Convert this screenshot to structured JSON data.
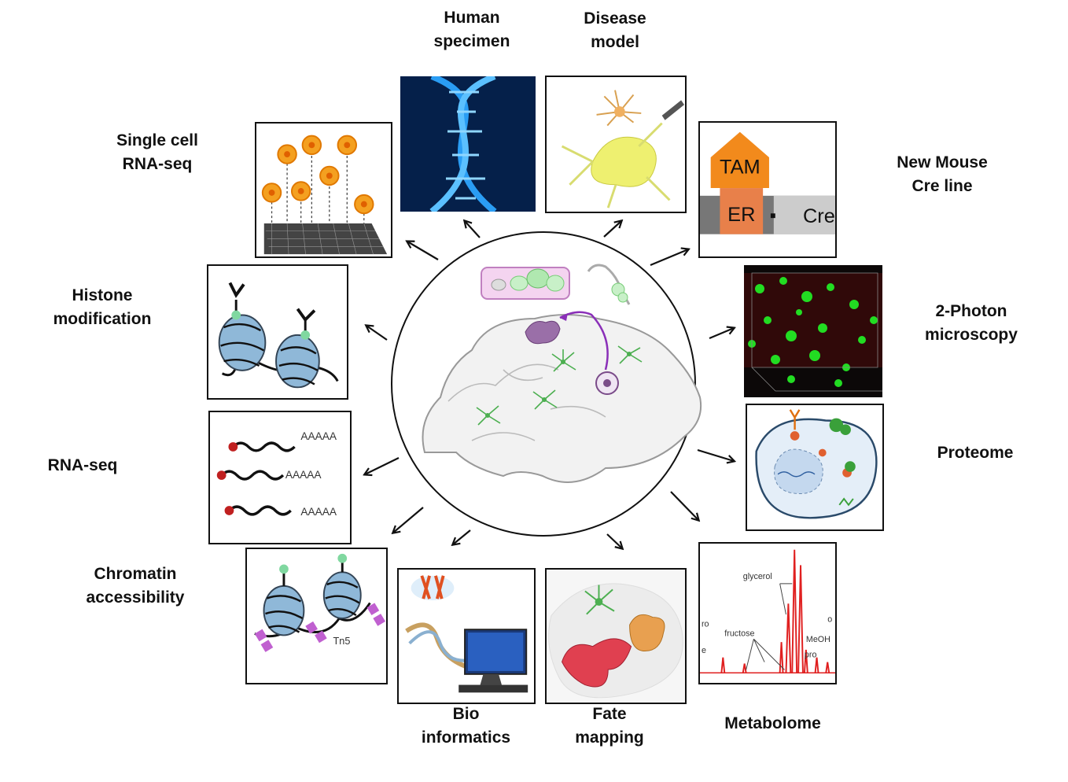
{
  "labels": {
    "human_specimen": "Human\nspecimen",
    "disease_model": "Disease\nmodel",
    "single_cell": "Single cell\nRNA-seq",
    "new_mouse": "New Mouse\nCre line",
    "histone": "Histone\nmodification",
    "two_photon": "2-Photon\nmicroscopy",
    "rna_seq": "RNA-seq",
    "proteome": "Proteome",
    "chromatin": "Chromatin\naccessibility",
    "bioinformatics": "Bio\ninformatics",
    "fate_mapping": "Fate\nmapping",
    "metabolome": "Metabolome"
  },
  "panel_text": {
    "tam": "TAM",
    "er": "ER",
    "cre": "Cre-",
    "polya": "AAAAA",
    "tn5": "Tn5",
    "glycerol": "glycerol",
    "fructose": "fructose",
    "meoh": "MeOH",
    "pro": "pro",
    "ro": "ro",
    "e": "e",
    "o": "o"
  },
  "colors": {
    "outline": "#111111",
    "arrow": "#111111",
    "microglia": "#4caf50",
    "dna_blue": "#2a9df4",
    "cell_orange": "#f4a020",
    "spectrum_red": "#e02020"
  }
}
